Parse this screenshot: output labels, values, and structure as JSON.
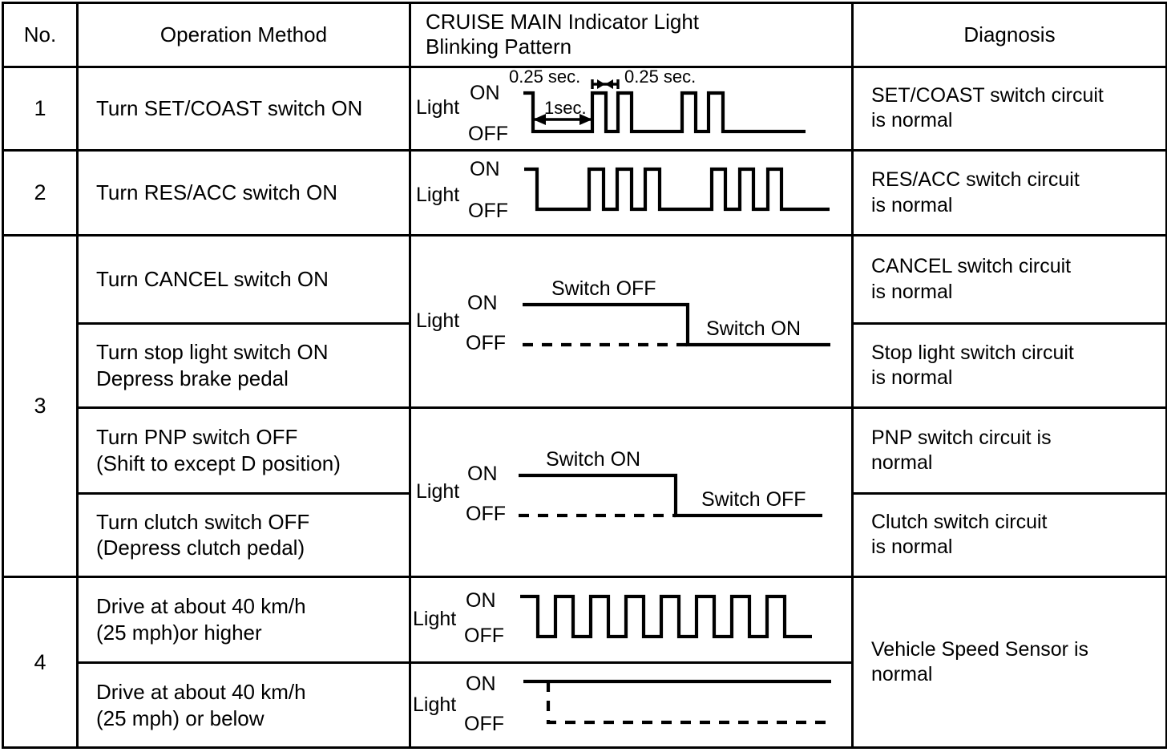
{
  "table": {
    "headers": {
      "no": "No.",
      "operation": "Operation Method",
      "pattern_line1": "CRUISE MAIN Indicator Light",
      "pattern_line2": "Blinking Pattern",
      "diagnosis": "Diagnosis"
    },
    "rows": [
      {
        "no": "1",
        "operation": "Turn SET/COAST switch ON",
        "diagnosis_line1": "SET/COAST switch circuit",
        "diagnosis_line2": "is normal"
      },
      {
        "no": "2",
        "operation": "Turn RES/ACC switch ON",
        "diagnosis_line1": "RES/ACC switch circuit",
        "diagnosis_line2": "is normal"
      },
      {
        "no": "3",
        "operation_a": "Turn CANCEL switch ON",
        "operation_b_line1": "Turn stop light switch ON",
        "operation_b_line2": "Depress brake pedal",
        "operation_c_line1": "Turn PNP switch OFF",
        "operation_c_line2": "(Shift to except D position)",
        "operation_d_line1": "Turn clutch switch OFF",
        "operation_d_line2": "(Depress clutch pedal)",
        "diagnosis_a_line1": "CANCEL switch circuit",
        "diagnosis_a_line2": "is normal",
        "diagnosis_b_line1": "Stop light switch circuit",
        "diagnosis_b_line2": "is normal",
        "diagnosis_c_line1": "PNP switch circuit is",
        "diagnosis_c_line2": "normal",
        "diagnosis_d_line1": "Clutch switch circuit",
        "diagnosis_d_line2": "is normal"
      },
      {
        "no": "4",
        "operation_a_line1": "Drive at about 40 km/h",
        "operation_a_line2": "(25 mph)or higher",
        "operation_b_line1": "Drive at about 40 km/h",
        "operation_b_line2": "(25 mph) or below",
        "diagnosis_line1": "Vehicle Speed Sensor is",
        "diagnosis_line2": "normal"
      }
    ]
  },
  "waveform_labels": {
    "light": "Light",
    "on": "ON",
    "off": "OFF",
    "quarter_sec_left": "0.25 sec.",
    "quarter_sec_right": "0.25 sec.",
    "one_sec": "1sec.",
    "switch_off": "Switch OFF",
    "switch_on": "Switch ON"
  },
  "chart_data": [
    {
      "id": "row1-waveform",
      "type": "line",
      "title": "SET/COAST switch blinking pattern",
      "ylabel": "Light",
      "ytick_labels": [
        "ON",
        "OFF"
      ],
      "annotations": [
        "0.25 sec.",
        "0.25 sec.",
        "1sec."
      ],
      "pulse_group_count": 2,
      "timing": {
        "pulse_on_sec": 0.25,
        "pulse_off_sec": 0.25,
        "gap_sec": 1
      },
      "states": [
        {
          "t": 0.0,
          "level": "ON"
        },
        {
          "t": 0.4,
          "level": "OFF"
        },
        {
          "t": 1.4,
          "level": "ON"
        },
        {
          "t": 1.65,
          "level": "OFF"
        },
        {
          "t": 1.9,
          "level": "ON"
        },
        {
          "t": 2.15,
          "level": "OFF"
        },
        {
          "t": 3.15,
          "level": "ON"
        },
        {
          "t": 3.4,
          "level": "OFF"
        },
        {
          "t": 3.65,
          "level": "ON"
        },
        {
          "t": 3.9,
          "level": "OFF"
        },
        {
          "t": 5.0,
          "level": "OFF"
        }
      ]
    },
    {
      "id": "row2-waveform",
      "type": "line",
      "title": "RES/ACC switch blinking pattern",
      "ylabel": "Light",
      "ytick_labels": [
        "ON",
        "OFF"
      ],
      "pulse_group_count": 3,
      "states": [
        {
          "t": 0.0,
          "level": "ON"
        },
        {
          "t": 0.3,
          "level": "OFF"
        },
        {
          "t": 1.3,
          "level": "ON"
        },
        {
          "t": 1.55,
          "level": "OFF"
        },
        {
          "t": 1.8,
          "level": "ON"
        },
        {
          "t": 2.05,
          "level": "OFF"
        },
        {
          "t": 2.3,
          "level": "ON"
        },
        {
          "t": 2.55,
          "level": "OFF"
        },
        {
          "t": 3.55,
          "level": "ON"
        },
        {
          "t": 3.8,
          "level": "OFF"
        },
        {
          "t": 4.05,
          "level": "ON"
        },
        {
          "t": 4.3,
          "level": "OFF"
        },
        {
          "t": 4.55,
          "level": "ON"
        },
        {
          "t": 4.8,
          "level": "OFF"
        },
        {
          "t": 5.4,
          "level": "OFF"
        }
      ]
    },
    {
      "id": "row3-step-a",
      "type": "line",
      "title": "CANCEL / stop light switch step pattern",
      "ylabel": "Light",
      "ytick_labels": [
        "ON",
        "OFF"
      ],
      "annotations": [
        "Switch OFF",
        "Switch ON"
      ],
      "solid_first_level": "ON",
      "solid_second_level": "OFF"
    },
    {
      "id": "row3-step-b",
      "type": "line",
      "title": "PNP / clutch switch step pattern",
      "ylabel": "Light",
      "ytick_labels": [
        "ON",
        "OFF"
      ],
      "annotations": [
        "Switch ON",
        "Switch OFF"
      ],
      "solid_first_level": "ON",
      "solid_second_level": "OFF"
    },
    {
      "id": "row4-waveform-a",
      "type": "line",
      "title": "Vehicle speed 40 km/h or higher blinking pattern",
      "ylabel": "Light",
      "ytick_labels": [
        "ON",
        "OFF"
      ],
      "pulse_count": 8,
      "duty": 0.5
    },
    {
      "id": "row4-waveform-b",
      "type": "line",
      "title": "Vehicle speed 40 km/h or below pattern",
      "ylabel": "Light",
      "ytick_labels": [
        "ON",
        "OFF"
      ],
      "solid_level": "ON",
      "dashed_level": "OFF"
    }
  ]
}
